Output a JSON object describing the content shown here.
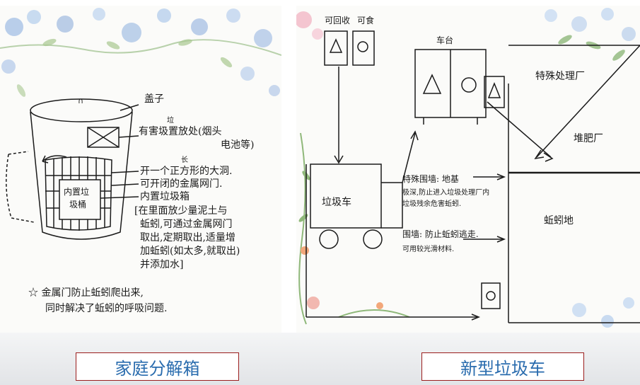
{
  "left_panel": {
    "labels": {
      "lid": "盖子",
      "hazard_small": "垃",
      "hazard_line1": "有害圾置放处(烟头",
      "hazard_line2": "电池等)",
      "hole_small": "长",
      "hole_label": "开一个正方形的大洞.",
      "mesh_door": "可开闭的金属网门.",
      "bin_label": "内置垃圾箱",
      "bin_inner1": "内置垃",
      "bin_inner2": "圾桶",
      "note_line1": "[在里面放少量泥土与",
      "note_line2": "蚯蚓,可通过金属网门",
      "note_line3": "取出,定期取出,适量增",
      "note_line4": "加蚯蚓(如太多,就取出)",
      "note_line5": "并添加水]",
      "footer_line1": "☆ 金属门防止蚯蚓爬出来,",
      "footer_line2": "同时解决了蚯蚓的呼吸问题."
    }
  },
  "right_panel": {
    "labels": {
      "recyclable": "可回收",
      "edible": "可食",
      "station": "车台",
      "special_plant": "特殊处理厂",
      "compost_plant": "堆肥厂",
      "truck": "垃圾车",
      "special_wall_1": "特殊围墙: 地基",
      "special_wall_2": "极深,防止进入垃圾处理厂内",
      "special_wall_3": "垃圾残余危害蚯蚓.",
      "fence_1": "围墙: 防止蚯蚓逃走.",
      "fence_2": "可用较光滑材料.",
      "worm_land": "蚯蚓地"
    }
  },
  "captions": {
    "left": "家庭分解箱",
    "right": "新型垃圾车"
  }
}
